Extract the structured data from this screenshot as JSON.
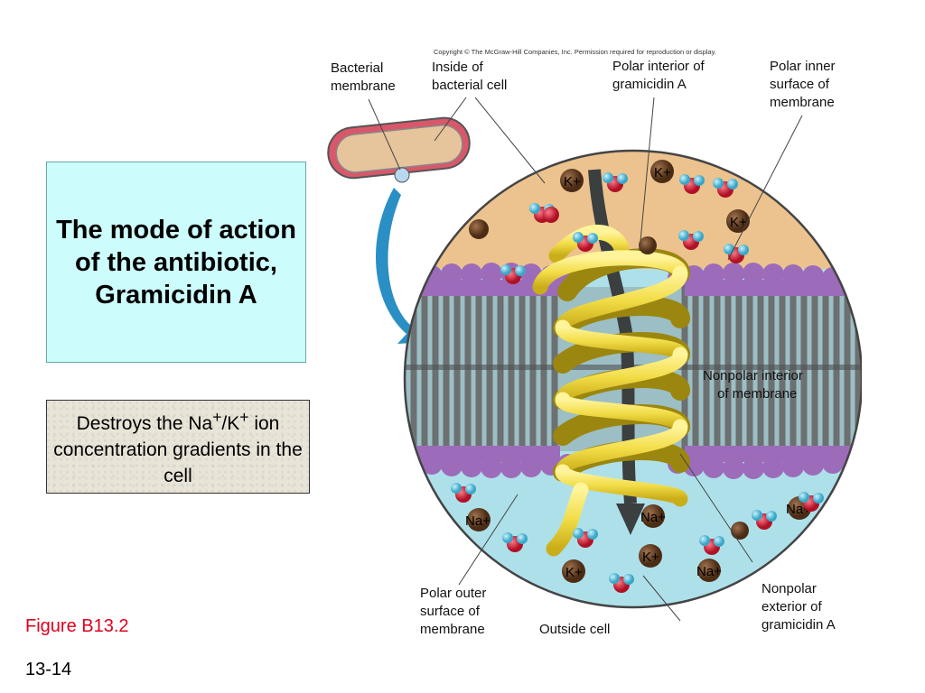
{
  "slide": {
    "title": "The mode of action of the antibiotic, Gramicidin A",
    "description": {
      "prefix": "Destroys the Na",
      "sup1": "+",
      "slash": "/K",
      "sup2": "+",
      "suffix": " ion concentration gradients in the cell"
    },
    "figure_caption": "Figure B13.2",
    "page_number": "13-14"
  },
  "figure": {
    "copyright": "Copyright © The McGraw-Hill Companies, Inc. Permission required for reproduction or display.",
    "labels": {
      "bacterial_membrane": [
        "Bacterial",
        "membrane"
      ],
      "inside_cell": [
        "Inside of",
        "bacterial cell"
      ],
      "polar_interior": [
        "Polar interior of",
        "gramicidin A"
      ],
      "polar_inner_surface": [
        "Polar inner",
        "surface of",
        "membrane"
      ],
      "nonpolar_interior": [
        "Nonpolar interior",
        "of membrane"
      ],
      "polar_outer_surface": [
        "Polar outer",
        "surface of",
        "membrane"
      ],
      "outside_cell": "Outside cell",
      "nonpolar_exterior": [
        "Nonpolar",
        "exterior of",
        "gramicidin A"
      ]
    },
    "ions": {
      "k": "K+",
      "na": "Na+"
    },
    "colors": {
      "interior": "#ecc38e",
      "exterior": "#aee0ea",
      "lipid_head": "#9c6cba",
      "lipid_tail": "#6f7375",
      "helix": "#f2dd47",
      "arrow_blue": "#2a8fc4"
    }
  }
}
